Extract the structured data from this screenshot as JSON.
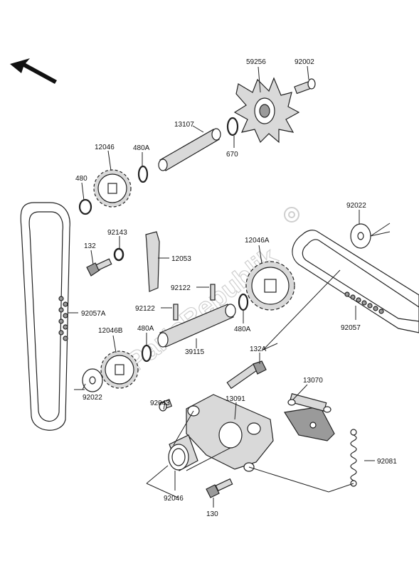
{
  "watermark": "PartsRepublik",
  "labels": {
    "p59256": "59256",
    "p92002": "92002",
    "p13107": "13107",
    "p12046": "12046",
    "p480A_top": "480A",
    "p670": "670",
    "p480": "480",
    "p92022_right": "92022",
    "p92143": "92143",
    "p132": "132",
    "p12053": "12053",
    "p12046A": "12046A",
    "p92122_a": "92122",
    "p92122_b": "92122",
    "p92057A": "92057A",
    "p12046B": "12046B",
    "p480A_mid": "480A",
    "p480A_right": "480A",
    "p39115": "39115",
    "p92057": "92057",
    "p132A": "132A",
    "p13070": "13070",
    "p92043": "92043",
    "p13091": "13091",
    "p92022_left": "92022",
    "p92081": "92081",
    "p92046": "92046",
    "p130": "130"
  }
}
